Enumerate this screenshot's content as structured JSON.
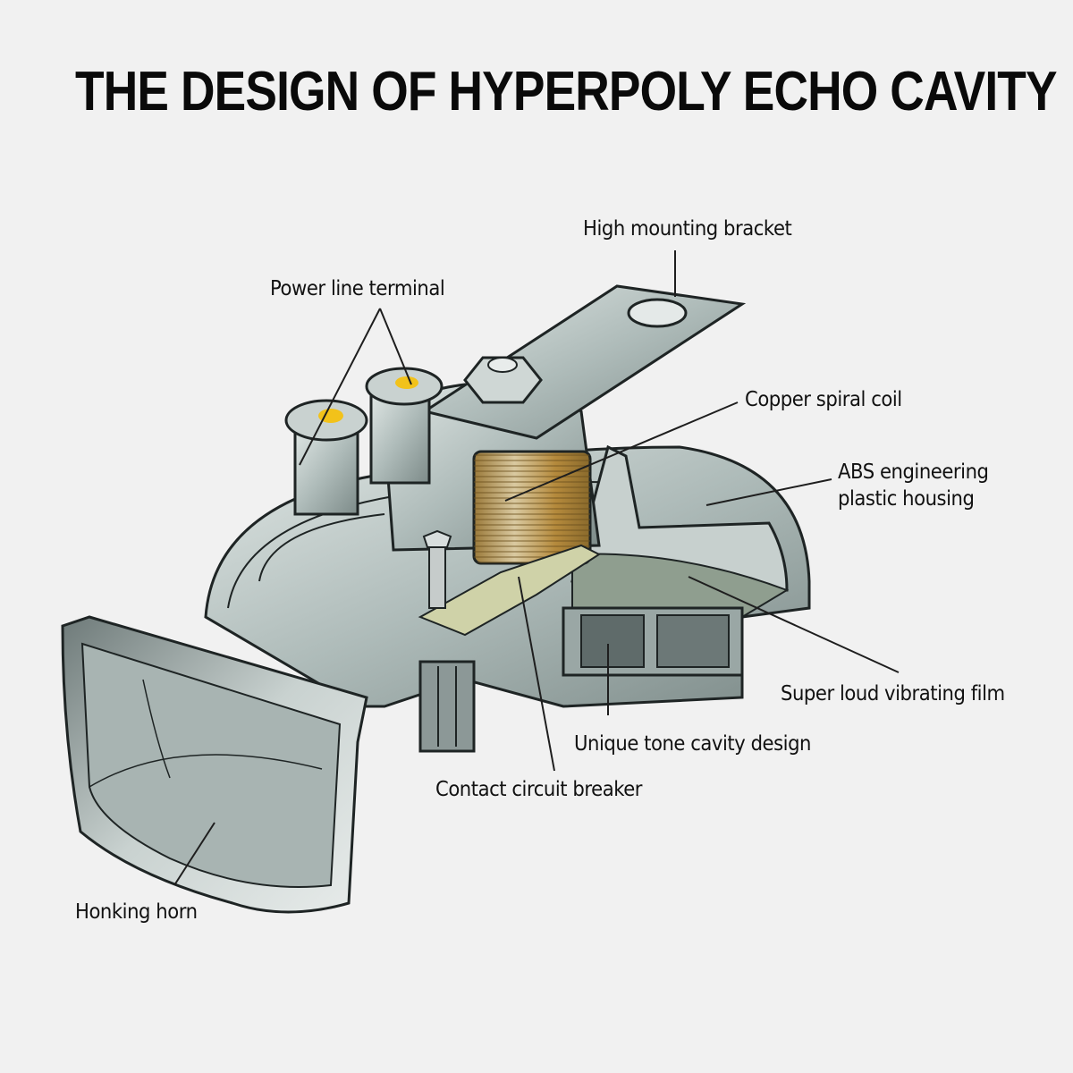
{
  "title": "THE DESIGN OF HYPERPOLY ECHO CAVITY",
  "labels": {
    "high_mounting_bracket": "High mounting bracket",
    "power_line_terminal": "Power line terminal",
    "copper_spiral_coil": "Copper spiral coil",
    "abs_housing_line1": "ABS engineering",
    "abs_housing_line2": "plastic housing",
    "vibrating_film": "Super loud vibrating film",
    "tone_cavity": "Unique tone cavity design",
    "circuit_breaker": "Contact circuit breaker",
    "honking_horn": "Honking horn"
  },
  "colors": {
    "background": "#f1f1f1",
    "metal": "#b9c4c2",
    "metal_dark": "#6f7c7a",
    "copper": "#b58a3c",
    "terminal_gold": "#f2c21a",
    "outline": "#1e2424"
  }
}
